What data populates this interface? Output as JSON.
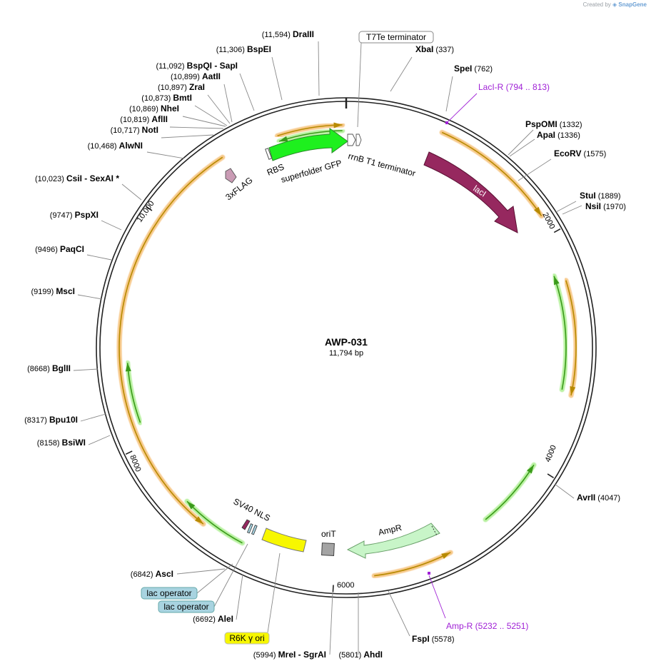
{
  "credit": {
    "prefix": "Created by",
    "brand": "SnapGene"
  },
  "plasmid": {
    "name": "AWP-031",
    "size": "11,794 bp",
    "length": 11794
  },
  "colors": {
    "backbone": "#222222",
    "orf_gold": "#b78a00",
    "orf_glow": "#f7c98b",
    "green_arrow": "#3a9a1a",
    "green_glow": "#b8f1a0",
    "gfp": "#1ef01e",
    "laci": "#96285f",
    "ampr": "#c8f5c8",
    "r6k": "#f7f700",
    "primer": "#a021d6",
    "lac_operator": "#a8d3e0"
  },
  "ticks": [
    {
      "label": "2000"
    },
    {
      "label": "4000"
    },
    {
      "label": "6000"
    },
    {
      "label": "8000"
    },
    {
      "label": "10,000"
    }
  ],
  "sites": [
    {
      "name": "DraIII",
      "pos": "(11,594)"
    },
    {
      "name": "BspEI",
      "pos": "(11,306)"
    },
    {
      "name": "BspQI",
      "extra": " - SapI",
      "pos": "(11,092)"
    },
    {
      "name": "AatII",
      "pos": "(10,899)"
    },
    {
      "name": "ZraI",
      "pos": "(10,897)"
    },
    {
      "name": "BmtI",
      "pos": "(10,873)"
    },
    {
      "name": "NheI",
      "pos": "(10,869)"
    },
    {
      "name": "AflII",
      "pos": "(10,819)"
    },
    {
      "name": "NotI",
      "pos": "(10,717)"
    },
    {
      "name": "AlwNI",
      "pos": "(10,468)"
    },
    {
      "name": "CsiI",
      "extra": " - SexAI *",
      "pos": "(10,023)"
    },
    {
      "name": "PspXI",
      "pos": "(9747)"
    },
    {
      "name": "PaqCI",
      "pos": "(9496)"
    },
    {
      "name": "MscI",
      "pos": "(9199)"
    },
    {
      "name": "BglII",
      "pos": "(8668)"
    },
    {
      "name": "Bpu10I",
      "pos": "(8317)"
    },
    {
      "name": "BsiWI",
      "pos": "(8158)"
    },
    {
      "name": "AscI",
      "pos": "(6842)"
    },
    {
      "name": "AleI",
      "pos": "(6692)"
    },
    {
      "name": "MreI",
      "extra": " - SgrAI",
      "pos": "(5994)"
    },
    {
      "name": "AhdI",
      "pos": "(5801)"
    },
    {
      "name": "FspI",
      "pos": "(5578)"
    },
    {
      "name": "AvrII",
      "pos": "(4047)"
    },
    {
      "name": "NsiI",
      "pos": "(1970)"
    },
    {
      "name": "StuI",
      "pos": "(1889)"
    },
    {
      "name": "EcoRV",
      "pos": "(1575)"
    },
    {
      "name": "ApaI",
      "pos": "(1336)"
    },
    {
      "name": "PspOMI",
      "pos": "(1332)"
    },
    {
      "name": "SpeI",
      "pos": "(762)"
    },
    {
      "name": "XbaI",
      "pos": "(337)"
    }
  ],
  "primers": [
    {
      "name": "LacI-R",
      "pos": "(794 .. 813)"
    },
    {
      "name": "Amp-R",
      "pos": "(5232 .. 5251)"
    }
  ],
  "boxed_features": [
    {
      "name": "T7Te terminator"
    },
    {
      "name": "lac operator"
    },
    {
      "name": "lac operator"
    },
    {
      "name": "R6K γ ori"
    }
  ],
  "feature_labels": [
    {
      "name": "rrnB T1 terminator"
    },
    {
      "name": "lacI"
    },
    {
      "name": "AmpR"
    },
    {
      "name": "oriT"
    },
    {
      "name": "SV40 NLS"
    },
    {
      "name": "3xFLAG"
    },
    {
      "name": "RBS"
    },
    {
      "name": "superfolder GFP"
    }
  ]
}
